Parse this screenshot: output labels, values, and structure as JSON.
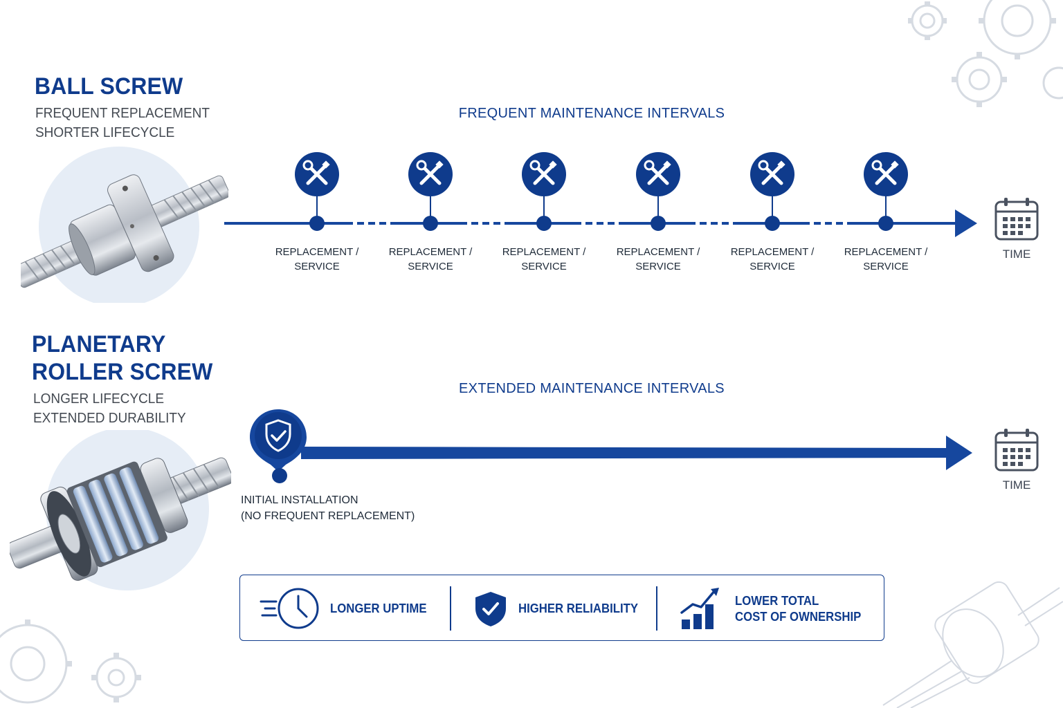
{
  "colors": {
    "primary": "#0f3b8c",
    "accent": "#1d4fb8",
    "text": "#444a52",
    "line": "#16479e"
  },
  "ball_screw": {
    "title": "BALL SCREW",
    "subtitle_lines": [
      "FREQUENT REPLACEMENT",
      "SHORTER LIFECYCLE"
    ],
    "timeline_heading": "FREQUENT MAINTENANCE INTERVALS",
    "node_icon": "wrench-screwdriver-icon",
    "nodes": [
      {
        "label_1": "REPLACEMENT /",
        "label_2": "SERVICE"
      },
      {
        "label_1": "REPLACEMENT /",
        "label_2": "SERVICE"
      },
      {
        "label_1": "REPLACEMENT /",
        "label_2": "SERVICE"
      },
      {
        "label_1": "REPLACEMENT /",
        "label_2": "SERVICE"
      },
      {
        "label_1": "REPLACEMENT /",
        "label_2": "SERVICE"
      },
      {
        "label_1": "REPLACEMENT /",
        "label_2": "SERVICE"
      }
    ],
    "time_label": "TIME"
  },
  "planetary": {
    "title_lines": [
      "PLANETARY",
      "ROLLER SCREW"
    ],
    "subtitle_lines": [
      "LONGER LIFECYCLE",
      "EXTENDED DURABILITY"
    ],
    "timeline_heading": "EXTENDED MAINTENANCE INTERVALS",
    "start_icon": "shield-check-icon",
    "start_label_lines": [
      "INITIAL INSTALLATION",
      "(NO FREQUENT REPLACEMENT)"
    ],
    "time_label": "TIME"
  },
  "benefits": [
    {
      "icon": "fast-clock-icon",
      "lines": [
        "LONGER UPTIME"
      ]
    },
    {
      "icon": "shield-check-icon",
      "lines": [
        "HIGHER RELIABILITY"
      ]
    },
    {
      "icon": "rising-bar-chart-icon",
      "lines": [
        "LOWER TOTAL",
        "COST OF OWNERSHIP"
      ]
    }
  ]
}
